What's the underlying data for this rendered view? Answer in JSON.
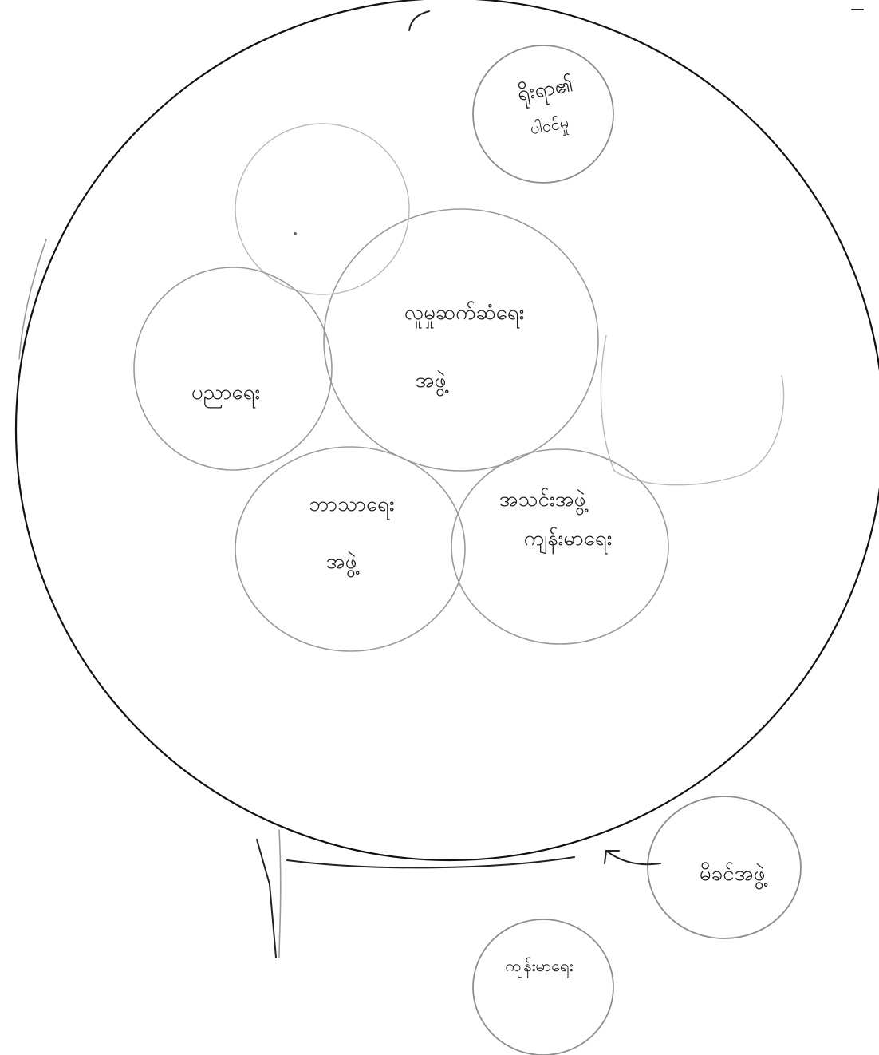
{
  "diagram": {
    "labels": {
      "top_right_line1": "ရိုးရာ၏",
      "top_right_line2": "ပါဝင်မှု",
      "center_line1": "လူမှုဆက်ဆံရေး",
      "center_line2": "အဖွဲ့",
      "left": "ပညာရေး",
      "bottom_left_line1": "ဘာသာရေး",
      "bottom_left_line2": "အဖွဲ့",
      "bottom_right_line1": "အသင်းအဖွဲ့",
      "bottom_right_line2": "ကျန်းမာရေး",
      "bottom_right_ext": "မိခင်အဖွဲ့",
      "bottom_small": "ကျန်းမာရေး"
    }
  }
}
